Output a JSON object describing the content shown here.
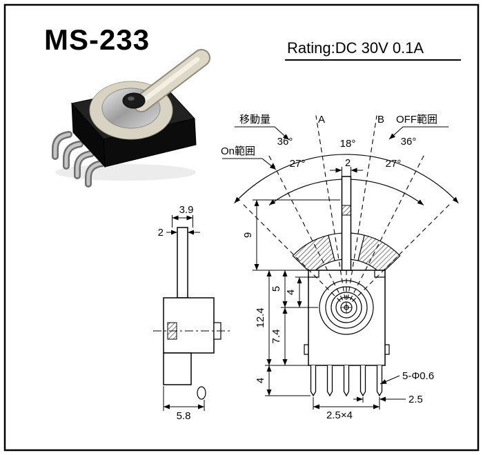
{
  "header": {
    "title": "MS-233",
    "rating": "Rating:DC 30V 0.1A"
  },
  "colors": {
    "ink": "#000000",
    "paper": "#ffffff",
    "lever_cream": "#ddd7c6",
    "plastic_black": "#141414",
    "metal_gray": "#b9b9b9"
  },
  "fan": {
    "movement_label": "移動量",
    "on_range_label": "On範囲",
    "off_range_label": "OFF範囲",
    "point_a": "A",
    "point_b": "B",
    "angle_on": "36°",
    "angle_center": "18°",
    "angle_off": "36°",
    "angle_inner_left": "27°",
    "angle_inner_right": "27°",
    "lever_width": "2"
  },
  "front_view": {
    "lever_height": "9",
    "center_from_top": "5",
    "step_to_center": "4",
    "body_height": "12.4",
    "center_to_bottom": "7.4",
    "pin_length": "4",
    "pin_spec": "5-Φ0.6",
    "pin_end_pitch": "2.5",
    "pin_pitch_total": "2.5×4"
  },
  "side_view": {
    "slot_width": "3.9",
    "lever_thickness": "2",
    "body_depth": "5.8"
  }
}
